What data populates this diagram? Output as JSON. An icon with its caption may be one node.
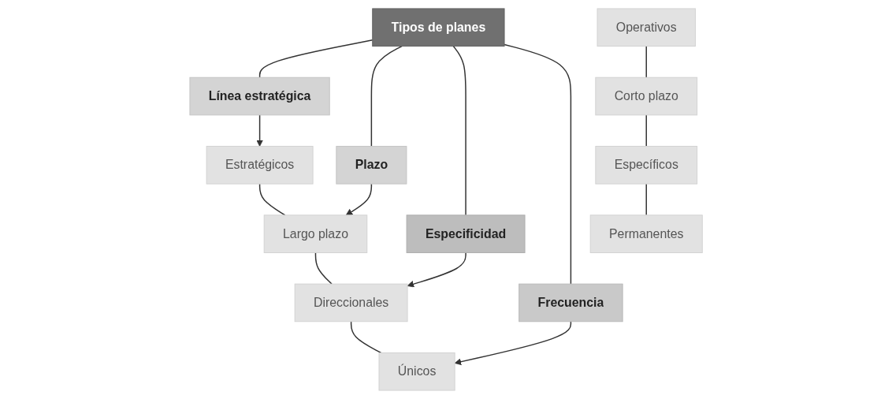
{
  "diagram": {
    "nodes": [
      {
        "text": [
          "Tipos de planes"
        ]
      },
      {
        "text": [
          "Línea estratégica"
        ]
      },
      {
        "text": [
          "Plazo"
        ]
      },
      {
        "text": [
          "Especificidad"
        ]
      },
      {
        "text": [
          "Frecuencia"
        ]
      },
      {
        "text": [
          "Estratégicos"
        ]
      },
      {
        "text": [
          "Largo plazo"
        ]
      },
      {
        "text": [
          "Direccionales"
        ]
      },
      {
        "text": [
          "Únicos"
        ]
      },
      {
        "text": [
          "Operativos"
        ]
      },
      {
        "text": [
          "Corto plazo"
        ]
      },
      {
        "text": [
          "Específicos"
        ]
      },
      {
        "text": [
          "Permanentes"
        ]
      }
    ],
    "edges": [
      {
        "from": 0,
        "to": 1,
        "arrow": "none"
      },
      {
        "from": 0,
        "to": 2,
        "arrow": "none"
      },
      {
        "from": 0,
        "to": 3,
        "arrow": "none"
      },
      {
        "from": 0,
        "to": 4,
        "arrow": "none"
      },
      {
        "from": 1,
        "to": 5,
        "arrow": "to"
      },
      {
        "from": 2,
        "to": 6,
        "arrow": "to"
      },
      {
        "from": 3,
        "to": 7,
        "arrow": "to"
      },
      {
        "from": 4,
        "to": 8,
        "arrow": "to"
      },
      {
        "from": 5,
        "to": 6,
        "arrow": "none"
      },
      {
        "from": 6,
        "to": 7,
        "arrow": "none"
      },
      {
        "from": 7,
        "to": 8,
        "arrow": "none"
      },
      {
        "from": 9,
        "to": 10,
        "arrow": "none"
      },
      {
        "from": 10,
        "to": 11,
        "arrow": "none"
      },
      {
        "from": 11,
        "to": 12,
        "arrow": "none"
      }
    ]
  }
}
